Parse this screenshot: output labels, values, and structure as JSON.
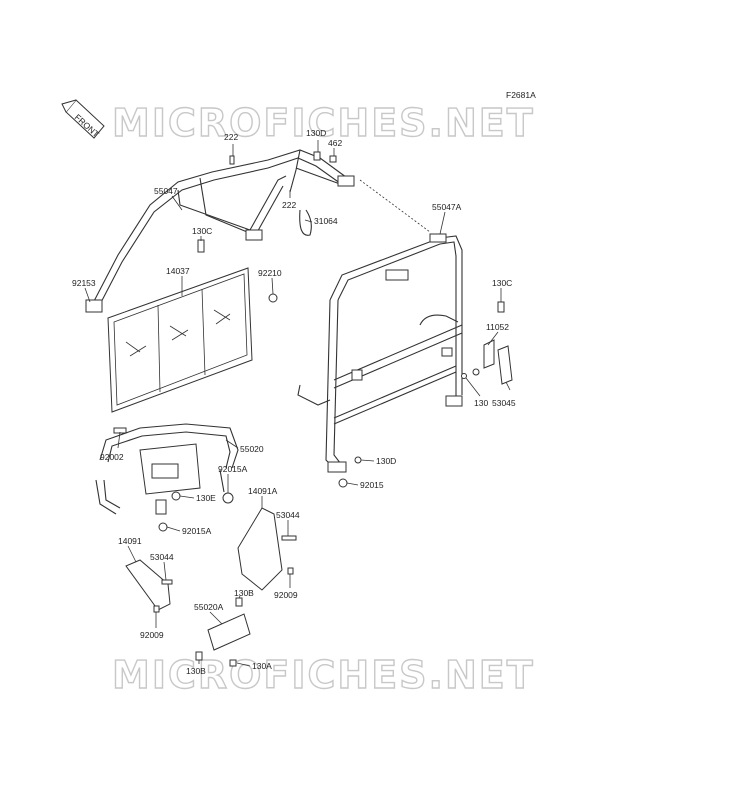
{
  "figure_code": "F2681A",
  "watermark_text": "MICROFICHES.NET",
  "front_badge": "FRONT",
  "callouts": {
    "c_222a": "222",
    "c_130d_top": "130D",
    "c_462": "462",
    "c_55047": "55047",
    "c_222b": "222",
    "c_31064": "31064",
    "c_130c_left": "130C",
    "c_92210": "92210",
    "c_14037": "14037",
    "c_92153": "92153",
    "c_55047a": "55047A",
    "c_130c_right": "130C",
    "c_11052": "11052",
    "c_130": "130",
    "c_53045": "53045",
    "c_55020": "55020",
    "c_92002": "92002",
    "c_92015a_top": "92015A",
    "c_130e": "130E",
    "c_14091a": "14091A",
    "c_92015a_bot": "92015A",
    "c_53044_right": "53044",
    "c_130d_right": "130D",
    "c_92015": "92015",
    "c_14091": "14091",
    "c_53044_left": "53044",
    "c_92009_right": "92009",
    "c_130b_top": "130B",
    "c_55020a": "55020A",
    "c_92009_left": "92009",
    "c_130b_bot": "130B",
    "c_130a": "130A"
  },
  "colors": {
    "line": "#333333",
    "watermark": "#c8c8c8",
    "background": "#ffffff"
  }
}
